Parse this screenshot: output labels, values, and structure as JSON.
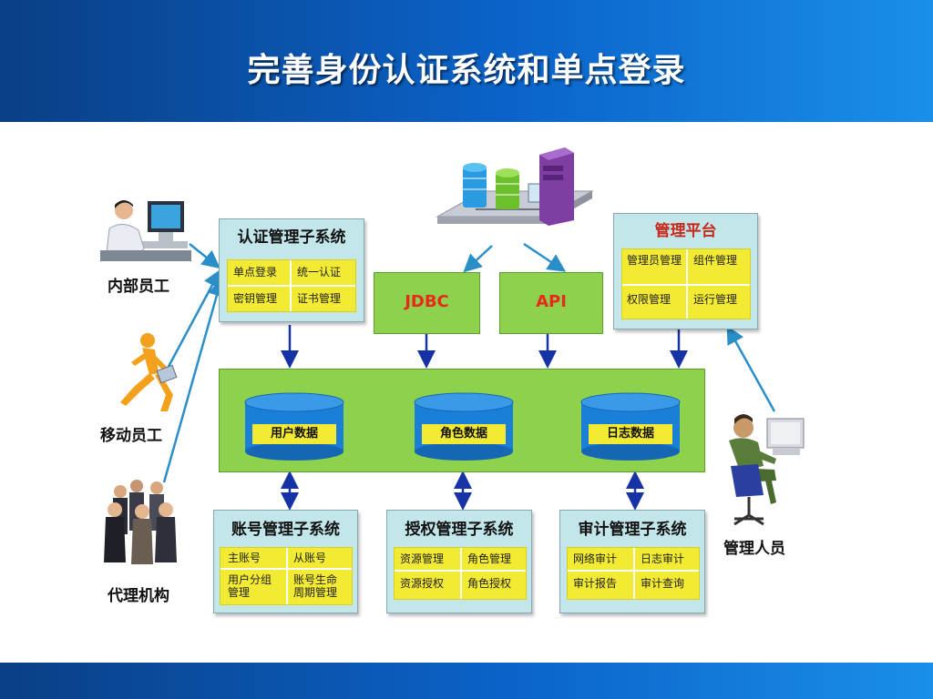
{
  "title": "完善身份认证系统和单点登录",
  "actors": {
    "internal": "内部员工",
    "mobile": "移动员工",
    "agency": "代理机构",
    "admin": "管理人员"
  },
  "auth_system": {
    "title": "认证管理子系统",
    "cells": [
      "单点登录",
      "统一认证",
      "密钥管理",
      "证书管理"
    ]
  },
  "mgmt_platform": {
    "title": "管理平台",
    "cells": [
      "管理员管理",
      "组件管理",
      "权限管理",
      "运行管理"
    ]
  },
  "interfaces": {
    "jdbc": "JDBC",
    "api": "API"
  },
  "databases": [
    "用户数据",
    "角色数据",
    "日志数据"
  ],
  "account_system": {
    "title": "账号管理子系统",
    "cells": [
      "主账号",
      "从账号",
      "用户分组管理",
      "账号生命周期管理"
    ]
  },
  "authz_system": {
    "title": "授权管理子系统",
    "cells": [
      "资源管理",
      "角色管理",
      "资源授权",
      "角色授权"
    ]
  },
  "audit_system": {
    "title": "审计管理子系统",
    "cells": [
      "网络审计",
      "日志审计",
      "审计报告",
      "审计查询"
    ]
  },
  "colors": {
    "header": "#0b63c9",
    "box": "#c2e6ea",
    "cell": "#f3ea33",
    "core": "#8ed14c",
    "db": "#1a7fd6",
    "arrow": "#1633a6",
    "arrow_light": "#2a8fc9"
  },
  "icons": [
    "server-rack-icon",
    "person-at-computer-icon",
    "running-person-icon",
    "group-of-people-icon",
    "admin-at-computer-icon"
  ]
}
